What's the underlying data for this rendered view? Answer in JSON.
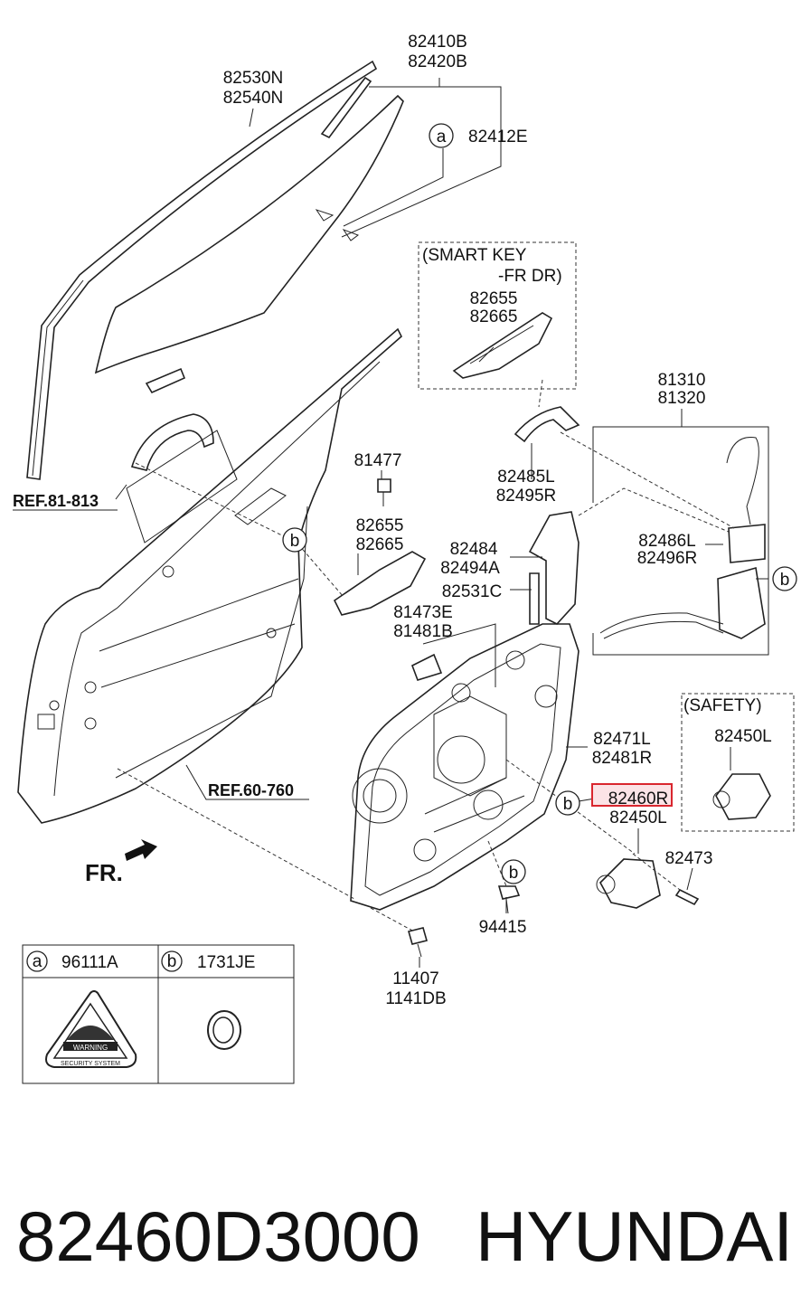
{
  "labels": {
    "glass_run": [
      "82530N",
      "82540N"
    ],
    "glass": [
      "82410B",
      "82420B"
    ],
    "glass_channel": "82412E",
    "smart_key_title": [
      "(SMART KEY",
      "-FR DR)"
    ],
    "smart_key_handle": [
      "82655",
      "82665"
    ],
    "lock_assy": [
      "81310",
      "81320"
    ],
    "handle_bracket": [
      "82485L",
      "82495R"
    ],
    "bolt_81477": "81477",
    "handle_inner": [
      "82655",
      "82665"
    ],
    "rail": [
      "82484",
      "82494A"
    ],
    "sash": "82531C",
    "cable_rod": [
      "82486L",
      "82496R"
    ],
    "clip": [
      "81473E",
      "81481B"
    ],
    "safety_title": "(SAFETY)",
    "safety_motor": "82450L",
    "regulator": [
      "82471L",
      "82481R"
    ],
    "highlighted_part": "82460R",
    "motor": "82450L",
    "screw_82473": "82473",
    "bolt_94415": "94415",
    "bolt_11407": [
      "11407",
      "1141DB"
    ],
    "ref_81813": "REF.81-813",
    "ref_60760": "REF.60-760",
    "front_arrow": "FR."
  },
  "callouts": {
    "a": "a",
    "b": "b"
  },
  "legend": {
    "a": {
      "key": "a",
      "part": "96111A",
      "badge_text": [
        "WARNING",
        "SECURITY SYSTEM"
      ]
    },
    "b": {
      "key": "b",
      "part": "1731JE"
    }
  },
  "footer": {
    "part_number": "82460D3000",
    "brand": "HYUNDAI"
  },
  "colors": {
    "highlight_border": "#d9262e",
    "highlight_fill": "#fbe3e6",
    "ink": "#111111"
  }
}
